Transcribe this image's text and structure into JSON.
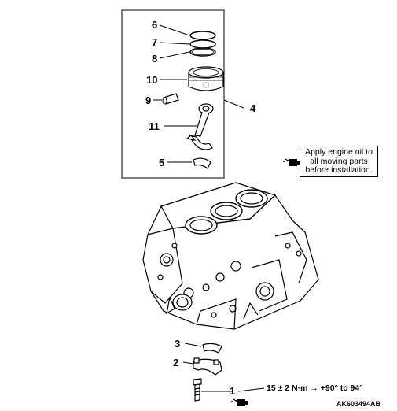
{
  "callouts": {
    "c1": "1",
    "c2": "2",
    "c3": "3",
    "c4": "4",
    "c5": "5",
    "c6": "6",
    "c7": "7",
    "c8": "8",
    "c9": "9",
    "c10": "10",
    "c11": "11"
  },
  "note": {
    "line1": "Apply engine oil to",
    "line2": "all moving parts",
    "line3": "before installation."
  },
  "torque_spec": "15 ± 2 N·m → +90° to 94°",
  "figure_id": "AK603494AB",
  "icons": {
    "oil": "oil-can-icon"
  },
  "colors": {
    "line": "#000000",
    "background": "#ffffff"
  }
}
